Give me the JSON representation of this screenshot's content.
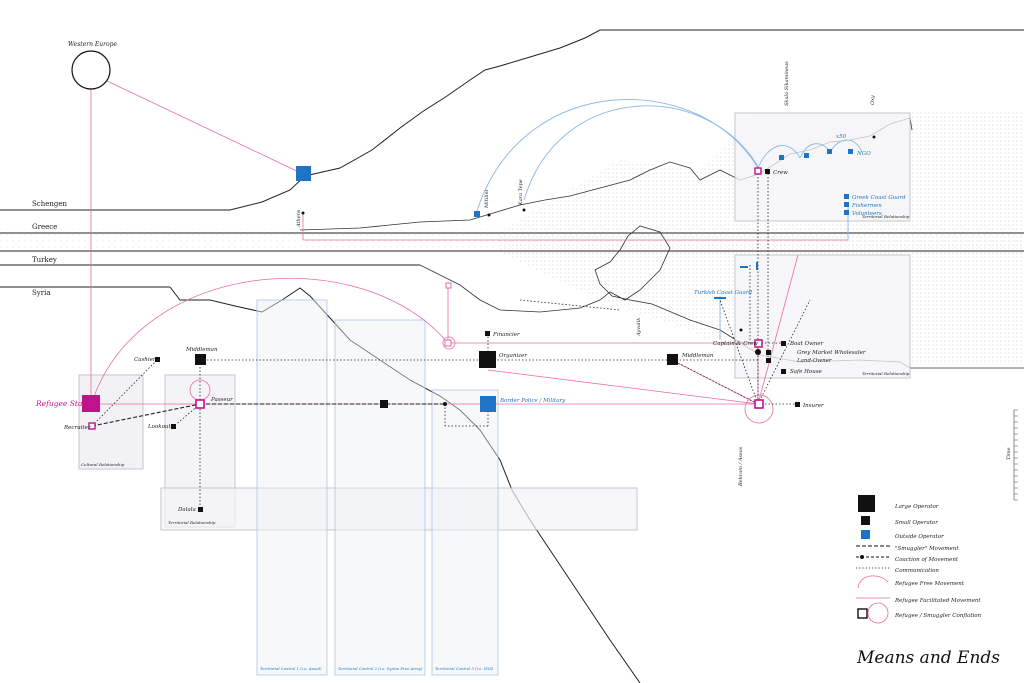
{
  "title": "Means and Ends",
  "regions": {
    "western_europe": "Western Europe",
    "schengen": "Schengen",
    "greece": "Greece",
    "turkey": "Turkey",
    "syria": "Syria"
  },
  "places": {
    "athens": "Athens",
    "mitilini": "Mitilini",
    "kara_tepe": "Kara Tepe",
    "skala": "Skala Sikamineas",
    "oxy": "Oxy",
    "ayvalik": "Ayvalik",
    "behram": "Behram / Assos"
  },
  "actors": {
    "crew_top": "Crew",
    "x50": "x50",
    "ngo": "NGO",
    "greek_coast_guard": "Greek Coast Guard",
    "fishermen": "Fishermen",
    "volunteers": "Volunteers",
    "turkish_coast_guard": "Turkish Coast Guard",
    "financier": "Financier",
    "organizer": "Organizer",
    "middleman_left": "Middleman",
    "middleman_right": "Middleman",
    "cashier": "Cashier",
    "captain_crew": "Captain & Crew",
    "boat_owner": "Boat Owner",
    "grey_market": "Grey Market Wholesaler",
    "land_owner": "Land-Owner",
    "safe_house": "Safe House",
    "insurer": "Insurer",
    "refugee_start": "Refugee Start",
    "recruiter": "Recruiter",
    "passeur": "Passeur",
    "lookout": "Lookout",
    "dalala": "Dalala",
    "border_police": "Border Police / Military"
  },
  "boxes": {
    "territorial_top": "Territorial Relationship",
    "territorial_right": "Territorial Relationship",
    "territorial_left": "Territorial Relationship",
    "cultural": "Cultural Relationship",
    "control1": "Territorial Control 1 (i.e. Assad)",
    "control2": "Territorial Control 2 (i.e. Syrian Free Army)",
    "control3": "Territorial Control 3 (i.e. ISIS)"
  },
  "time_label": "Time",
  "legend": [
    {
      "icon": "large-operator-icon",
      "label": "Large Operator"
    },
    {
      "icon": "small-operator-icon",
      "label": "Small Operator"
    },
    {
      "icon": "outside-operator-icon",
      "label": "Outside Operator"
    },
    {
      "icon": "smuggler-movement-icon",
      "label": "\"Smuggler\" Movement"
    },
    {
      "icon": "coaction-movement-icon",
      "label": "Coaction of Movement"
    },
    {
      "icon": "communication-icon",
      "label": "Communication"
    },
    {
      "icon": "refugee-free-movement-icon",
      "label": "Refugee Free Movement"
    },
    {
      "icon": "refugee-facilitated-movement-icon",
      "label": "Refugee Facilitated Movement"
    },
    {
      "icon": "conflation-icon",
      "label": "Refugee / Smuggler Conflation"
    }
  ],
  "colors": {
    "black": "#111111",
    "blue": "#1d74c4",
    "magenta": "#c2128a",
    "pink_line": "#e86aa8",
    "light_blue_line": "#8ab8e6",
    "box_fill": "#f4f4f7",
    "box_stroke": "#b9b9c2"
  }
}
